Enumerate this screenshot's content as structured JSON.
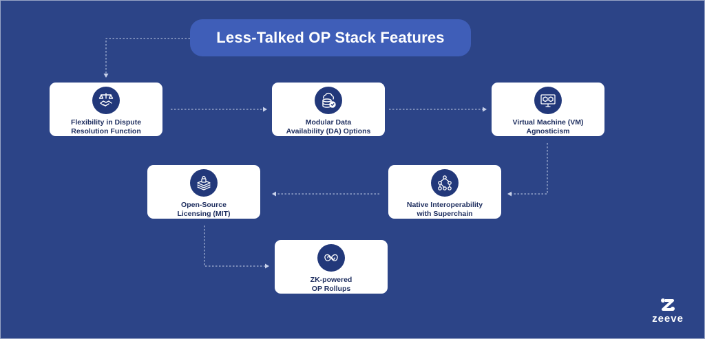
{
  "title": "Less-Talked OP Stack Features",
  "colors": {
    "background": "#2c4487",
    "title_pill": "#3f5eb8",
    "card": "#ffffff",
    "icon_circle": "#22387a",
    "card_text": "#1d2d5e",
    "connector": "#c9d2ea"
  },
  "nodes": [
    {
      "id": "dispute",
      "icon": "handshake-scales-icon",
      "lines": [
        "Flexibility in Dispute",
        "Resolution Function"
      ]
    },
    {
      "id": "modular-da",
      "icon": "cloud-database-check-icon",
      "lines": [
        "Modular Data",
        "Availability (DA) Options"
      ]
    },
    {
      "id": "vm",
      "icon": "monitor-cubes-icon",
      "lines": [
        "Virtual Machine (VM)",
        "Agnosticism"
      ]
    },
    {
      "id": "interop",
      "icon": "network-nodes-icon",
      "lines": [
        "Native Interoperability",
        "with Superchain"
      ]
    },
    {
      "id": "open-source",
      "icon": "layered-lock-icon",
      "lines": [
        "Open-Source",
        "Licensing (MIT)"
      ]
    },
    {
      "id": "zk",
      "icon": "zk-swirl-icon",
      "lines": [
        "ZK-powered",
        "OP Rollups"
      ]
    }
  ],
  "edges": [
    {
      "from": "title",
      "to": "dispute"
    },
    {
      "from": "dispute",
      "to": "modular-da"
    },
    {
      "from": "modular-da",
      "to": "vm"
    },
    {
      "from": "vm",
      "to": "interop"
    },
    {
      "from": "interop",
      "to": "open-source"
    },
    {
      "from": "open-source",
      "to": "zk"
    }
  ],
  "logo": {
    "icon": "zeeve-logo-icon",
    "text": "zeeve"
  }
}
